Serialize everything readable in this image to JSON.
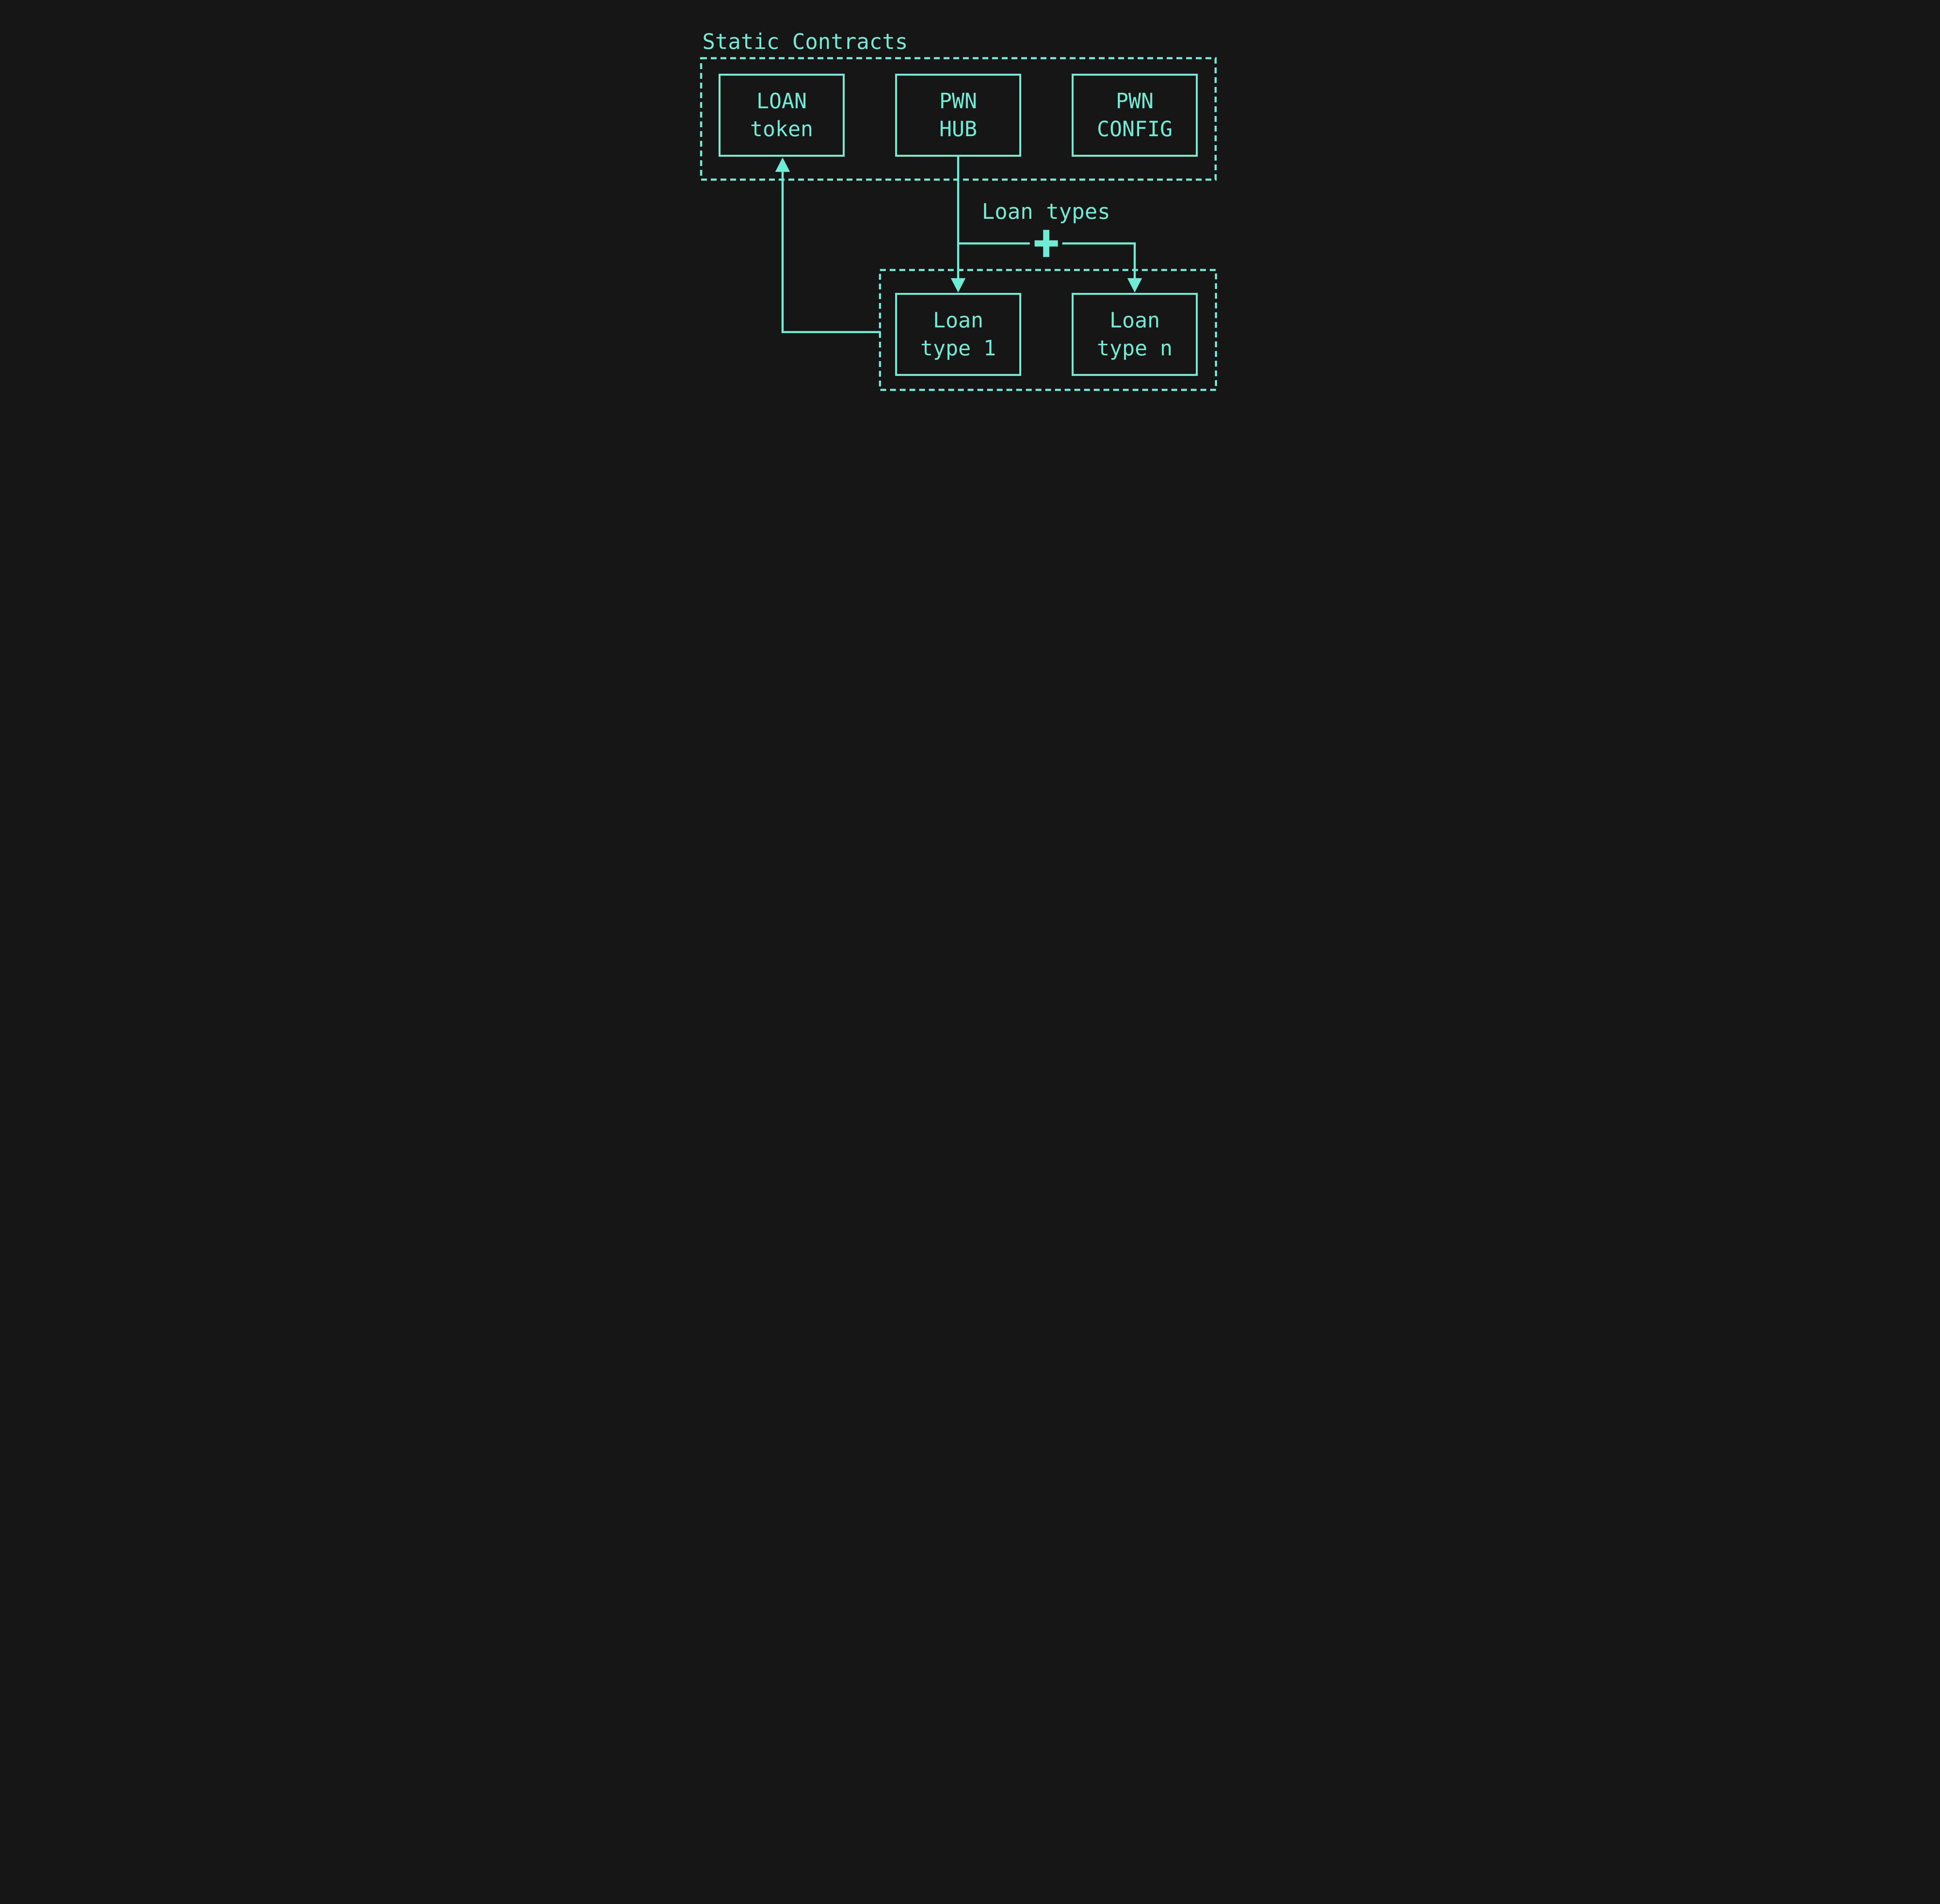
{
  "colors": {
    "background": "#161616",
    "accent": "#6EECD5"
  },
  "groups": {
    "static_contracts": {
      "label": "Static Contracts",
      "nodes": {
        "loan_token": {
          "line1": "LOAN",
          "line2": "token"
        },
        "pwn_hub": {
          "line1": "PWN",
          "line2": "HUB"
        },
        "pwn_config": {
          "line1": "PWN",
          "line2": "CONFIG"
        }
      }
    },
    "loan_types": {
      "label": "Loan types",
      "plus_symbol": "+",
      "nodes": {
        "loan_type_1": {
          "line1": "Loan",
          "line2": "type 1"
        },
        "loan_type_n": {
          "line1": "Loan",
          "line2": "type n"
        }
      }
    }
  },
  "connections": {
    "hub_to_loan_types": "PWN HUB -> Loan type boxes",
    "loan_types_to_token": "Loan types -> LOAN token"
  }
}
